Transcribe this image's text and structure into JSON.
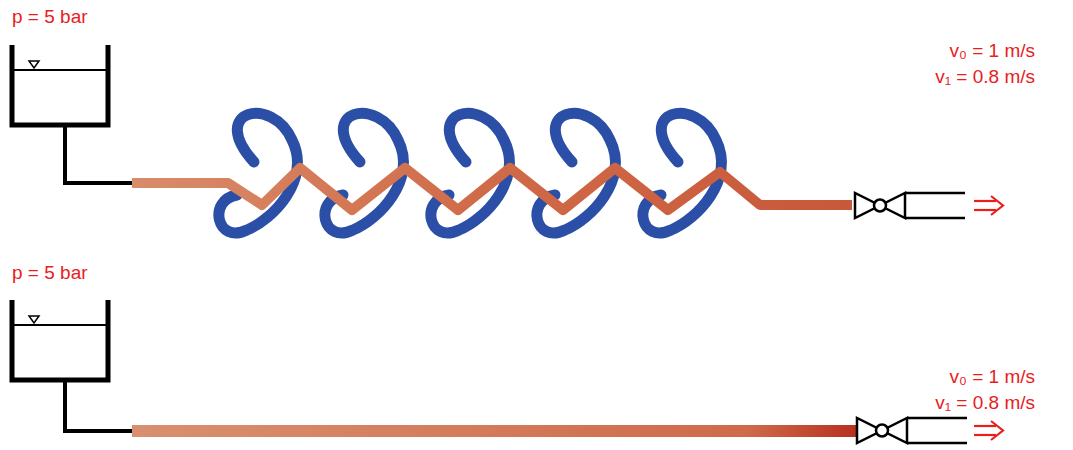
{
  "diagram": {
    "labels": [
      "p = 5 bar",
      "v₀ = 1 m/s",
      "v₁ = 0.8 m/s",
      "p = 5 bar",
      "v₀ = 1 m/s",
      "v₁ = 0.8 m/s"
    ]
  }
}
